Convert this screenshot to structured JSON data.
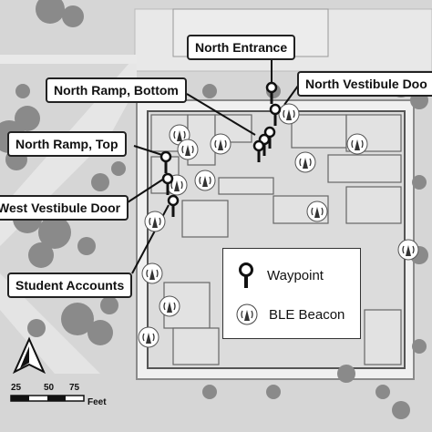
{
  "labels": {
    "north_entrance": "North Entrance",
    "north_vestibule_door": "North Vestibule Doo",
    "north_ramp_bottom": "North Ramp, Bottom",
    "north_ramp_top": "North Ramp, Top",
    "west_vestibule_door": "West Vestibule Door",
    "student_accounts": "Student Accounts"
  },
  "legend": {
    "waypoint": "Waypoint",
    "ble_beacon": "BLE Beacon",
    "waypoint_icon": "waypoint-pin-icon",
    "beacon_icon": "ble-beacon-icon"
  },
  "scale": {
    "ticks": [
      "25",
      "50",
      "75"
    ],
    "unit": "Feet"
  },
  "north_arrow_icon": "north-arrow-icon"
}
